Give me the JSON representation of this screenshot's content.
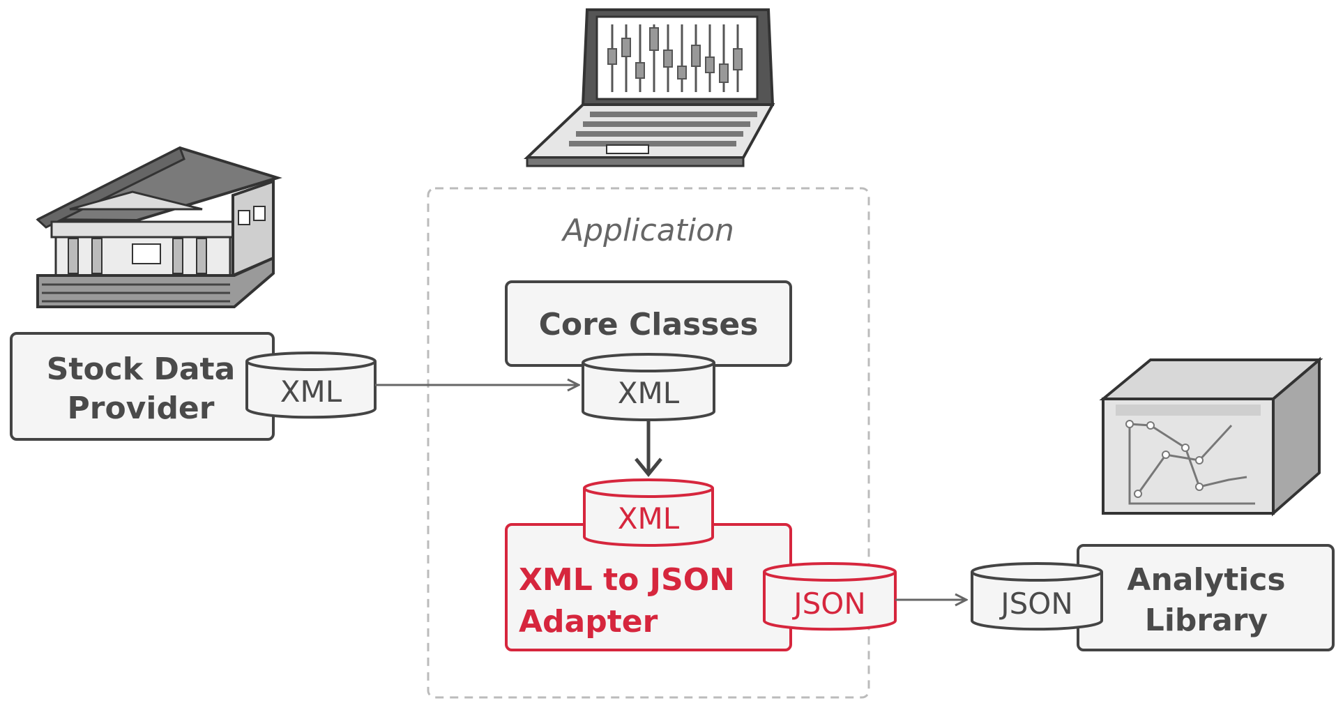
{
  "diagram": {
    "application_label": "Application",
    "stock_provider": {
      "line1": "Stock Data",
      "line2": "Provider",
      "format": "XML"
    },
    "core_classes": {
      "label": "Core Classes",
      "format": "XML"
    },
    "adapter": {
      "line1": "XML to JSON",
      "line2": "Adapter",
      "input_format": "XML",
      "output_format": "JSON"
    },
    "analytics": {
      "line1": "Analytics",
      "line2": "Library",
      "format": "JSON"
    }
  },
  "icons": {
    "provider": "bank-building-icon",
    "application": "laptop-chart-icon",
    "analytics": "analytics-package-icon"
  },
  "colors": {
    "accent_red": "#d6263d",
    "box_fill": "#f5f5f5",
    "stroke": "#444444",
    "dashed": "#bbbbbb"
  }
}
